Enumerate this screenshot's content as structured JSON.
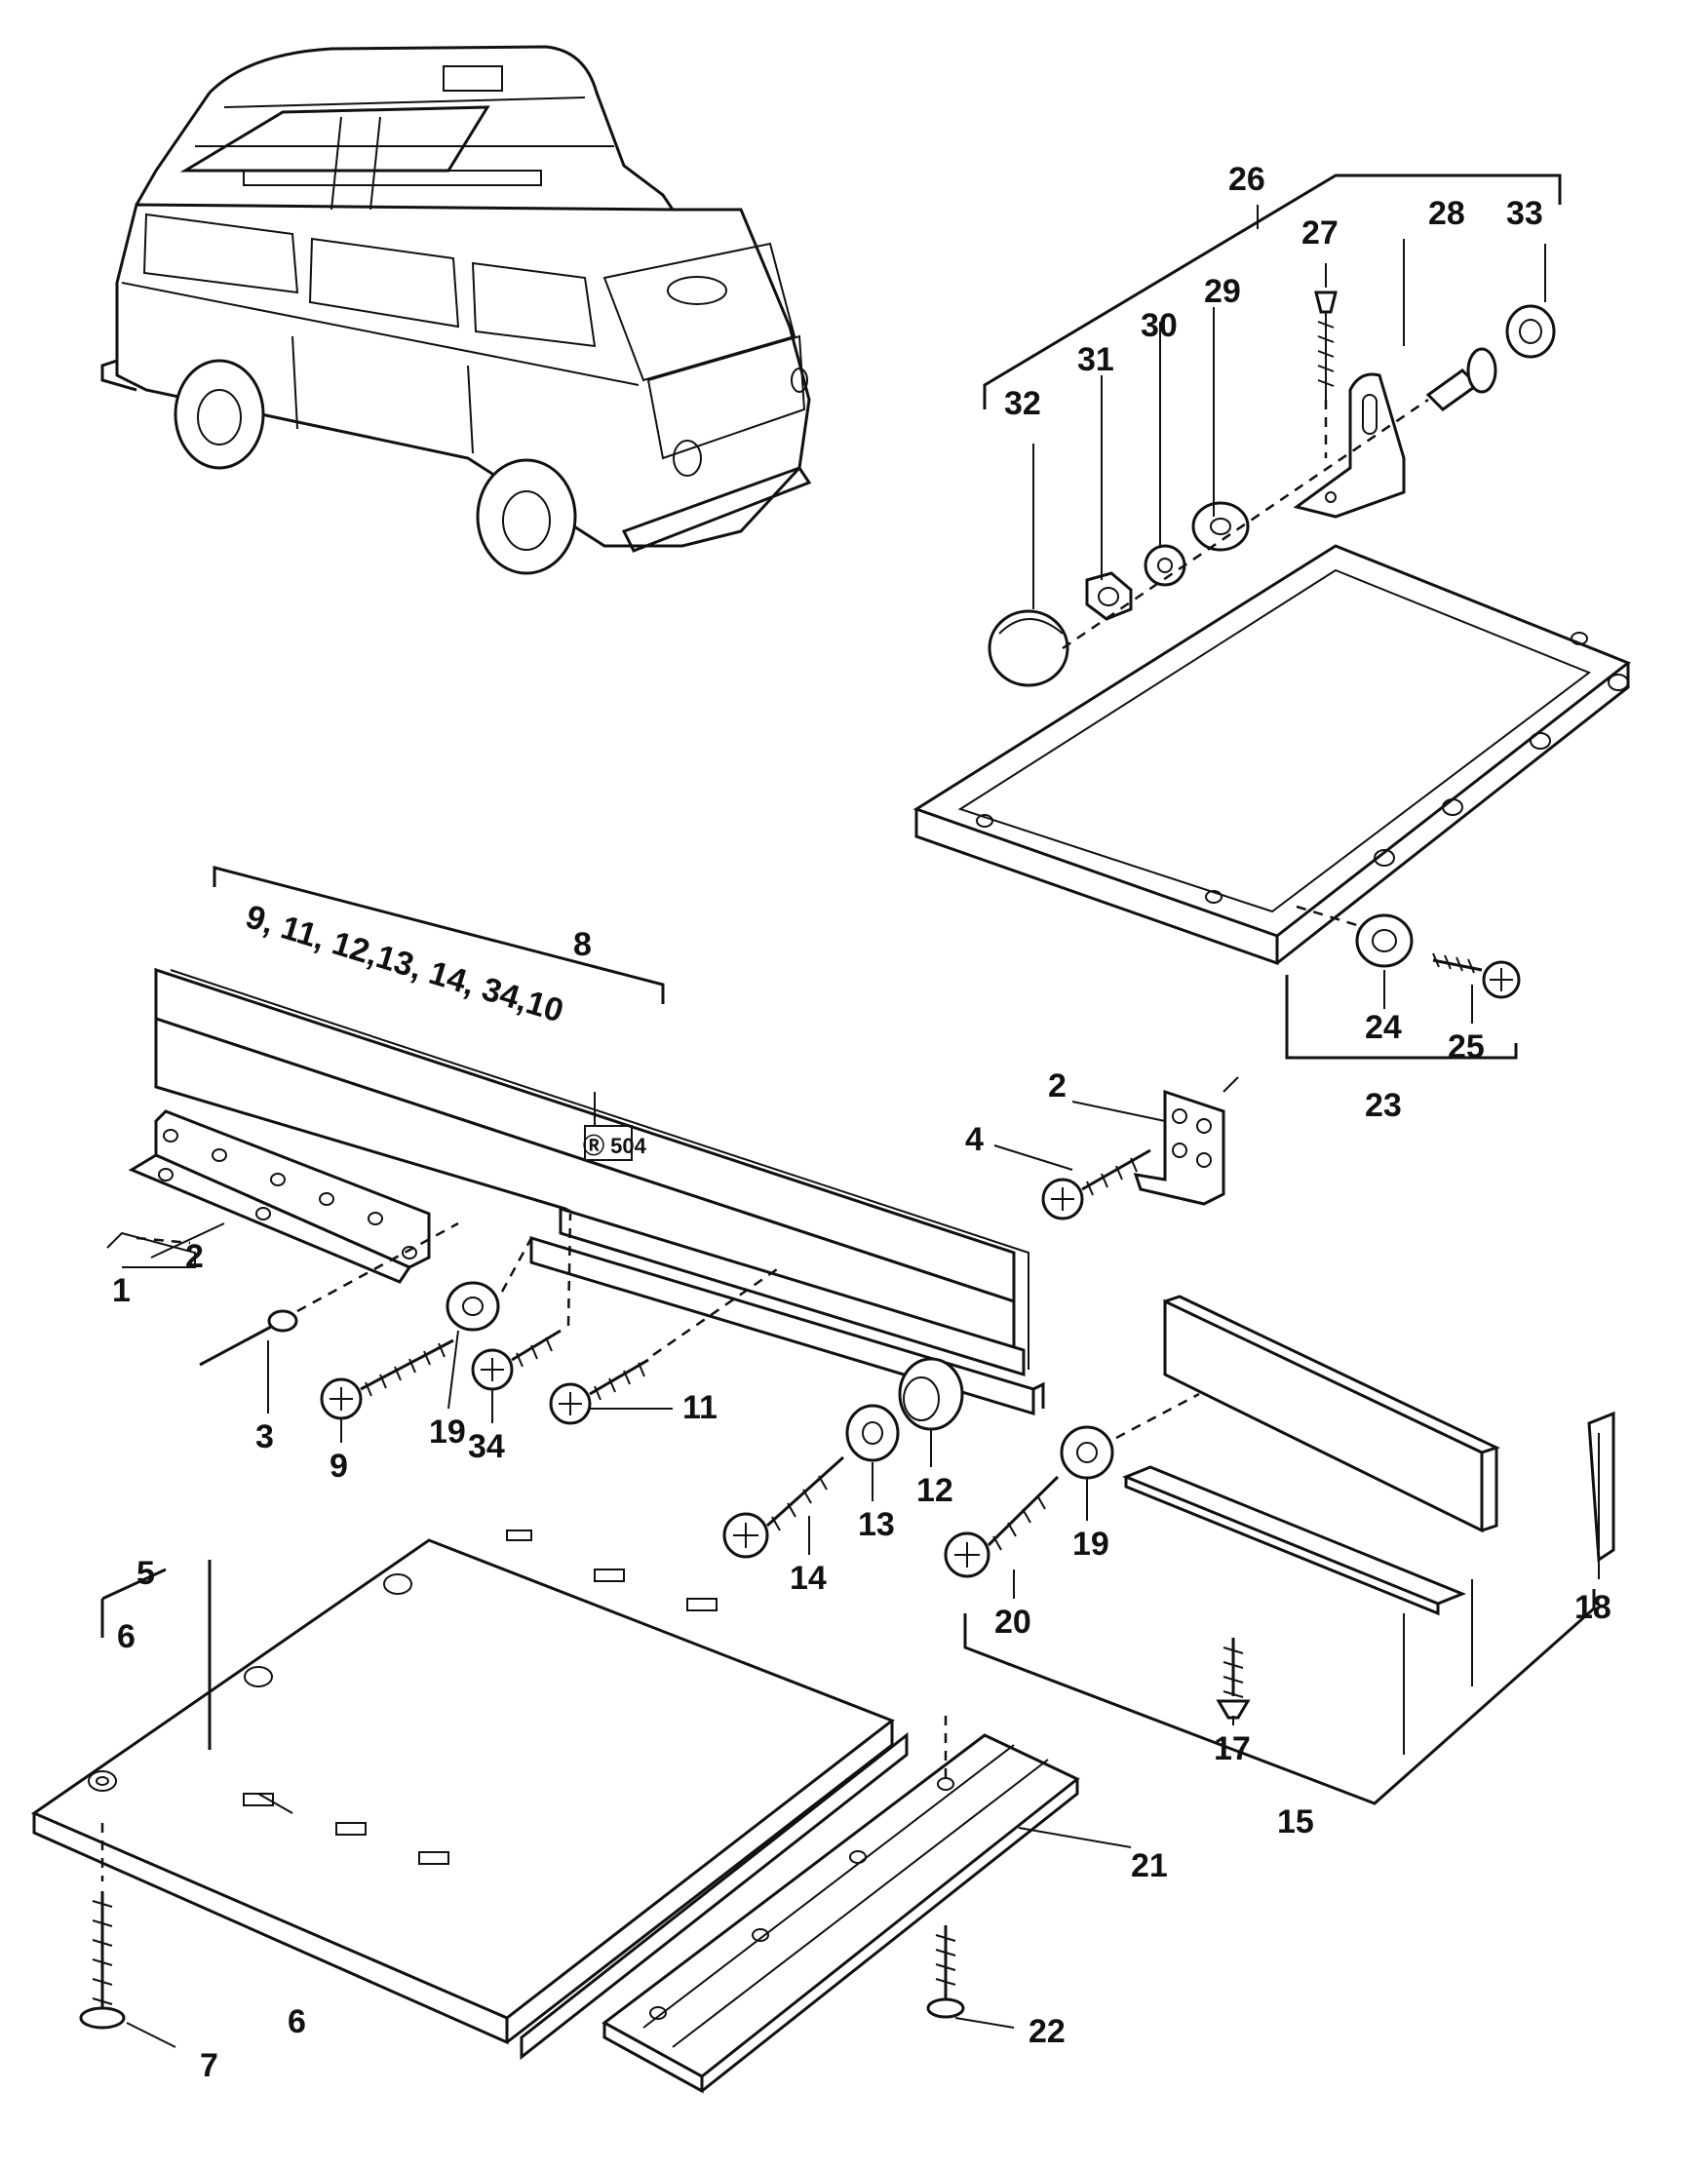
{
  "labels": {
    "l1": "1",
    "l2a": "2",
    "l2b": "2",
    "l3": "3",
    "l4": "4",
    "l5": "5",
    "l6a": "6",
    "l6b": "6",
    "l7": "7",
    "l8": "8",
    "l9": "9",
    "l11": "11",
    "l12": "12",
    "l13": "13",
    "l14": "14",
    "l15": "15",
    "l17": "17",
    "l18": "18",
    "l19a": "19",
    "l19b": "19",
    "l20": "20",
    "l21": "21",
    "l22": "22",
    "l23": "23",
    "l24": "24",
    "l25": "25",
    "l26": "26",
    "l27": "27",
    "l28": "28",
    "l29": "29",
    "l30": "30",
    "l31": "31",
    "l32": "32",
    "l33": "33",
    "l34": "34",
    "group8_list": "9,  11,  12,13, 14,  34,10",
    "plate_marking": "Ⓡ 504"
  }
}
